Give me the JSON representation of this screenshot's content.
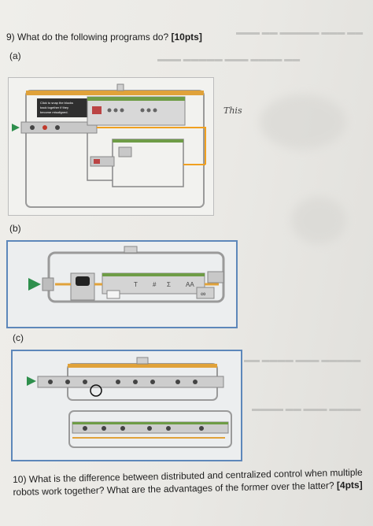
{
  "question9": {
    "number": "9)",
    "text": "What do the following programs do?",
    "points": "[10pts]"
  },
  "parts": {
    "a": "(a)",
    "b": "(b)",
    "c": "(c)"
  },
  "figure_a": {
    "comment_text": "Click to snap the blocks back together if they become misaligned.",
    "handwritten_note": "This"
  },
  "figure_b": {
    "infinity_symbol": "∞",
    "block_icons": [
      "T",
      "#",
      "Σ",
      "AA"
    ]
  },
  "question10": {
    "number": "10)",
    "text": "What is the difference between distributed and centralized control when multiple robots work together? What are the advantages of the former over the latter?",
    "points": "[4pts]"
  }
}
